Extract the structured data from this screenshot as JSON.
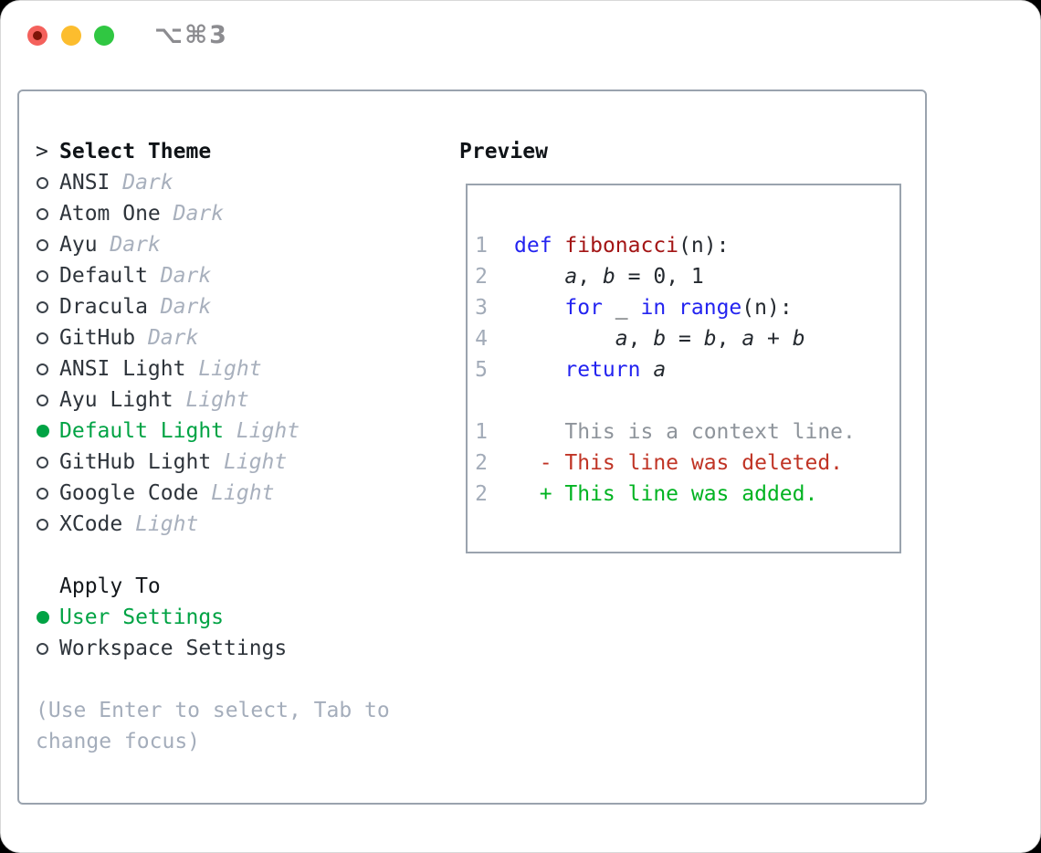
{
  "window": {
    "shortcut_label": "⌥⌘3"
  },
  "traffic_lights": {
    "close_color": "#f4615c",
    "close_unsaved_dot_color": "#7d1408",
    "minimize_color": "#fcbd2e",
    "zoom_color": "#30c742"
  },
  "colors": {
    "accent_green": "#00a344",
    "diff_added_green": "#00b321",
    "diff_removed_red": "#c03425",
    "keyword_blue": "#2323f0",
    "function_dark_red": "#a31515",
    "muted_gray": "#a4adbb",
    "line_number_gray": "#a2abb8",
    "context_gray": "#8e949b",
    "panel_border_gray": "#9aa3ae"
  },
  "theme_selector": {
    "prompt": ">",
    "title": "Select Theme",
    "themes": [
      {
        "name": "ANSI",
        "variant": "Dark",
        "selected": false
      },
      {
        "name": "Atom One",
        "variant": "Dark",
        "selected": false
      },
      {
        "name": "Ayu",
        "variant": "Dark",
        "selected": false
      },
      {
        "name": "Default",
        "variant": "Dark",
        "selected": false
      },
      {
        "name": "Dracula",
        "variant": "Dark",
        "selected": false
      },
      {
        "name": "GitHub",
        "variant": "Dark",
        "selected": false
      },
      {
        "name": "ANSI Light",
        "variant": "Light",
        "selected": false
      },
      {
        "name": "Ayu Light",
        "variant": "Light",
        "selected": false
      },
      {
        "name": "Default Light",
        "variant": "Light",
        "selected": true
      },
      {
        "name": "GitHub Light",
        "variant": "Light",
        "selected": false
      },
      {
        "name": "Google Code",
        "variant": "Light",
        "selected": false
      },
      {
        "name": "XCode",
        "variant": "Light",
        "selected": false
      }
    ],
    "apply_to": {
      "title": "Apply To",
      "options": [
        {
          "label": "User Settings",
          "selected": true
        },
        {
          "label": "Workspace Settings",
          "selected": false
        }
      ]
    },
    "hint": "(Use Enter to select, Tab to change focus)"
  },
  "preview": {
    "title": "Preview",
    "code_lines": [
      {
        "num": "1",
        "segments": [
          {
            "text": "def",
            "style": "kw"
          },
          {
            "text": " ",
            "style": "pl"
          },
          {
            "text": "fibonacci",
            "style": "fn"
          },
          {
            "text": "(n):",
            "style": "pl"
          }
        ]
      },
      {
        "num": "2",
        "segments": [
          {
            "text": "    ",
            "style": "pl"
          },
          {
            "text": "a",
            "style": "var"
          },
          {
            "text": ", ",
            "style": "pl"
          },
          {
            "text": "b",
            "style": "var"
          },
          {
            "text": " = 0, 1",
            "style": "pl"
          }
        ]
      },
      {
        "num": "3",
        "segments": [
          {
            "text": "    ",
            "style": "pl"
          },
          {
            "text": "for",
            "style": "kw"
          },
          {
            "text": " _ ",
            "style": "pl"
          },
          {
            "text": "in",
            "style": "kw"
          },
          {
            "text": " ",
            "style": "pl"
          },
          {
            "text": "range",
            "style": "kw"
          },
          {
            "text": "(n):",
            "style": "pl"
          }
        ]
      },
      {
        "num": "4",
        "segments": [
          {
            "text": "        ",
            "style": "pl"
          },
          {
            "text": "a",
            "style": "var"
          },
          {
            "text": ", ",
            "style": "pl"
          },
          {
            "text": "b",
            "style": "var"
          },
          {
            "text": " = ",
            "style": "pl"
          },
          {
            "text": "b",
            "style": "var"
          },
          {
            "text": ", ",
            "style": "pl"
          },
          {
            "text": "a",
            "style": "var"
          },
          {
            "text": " + ",
            "style": "pl"
          },
          {
            "text": "b",
            "style": "var"
          }
        ]
      },
      {
        "num": "5",
        "segments": [
          {
            "text": "    ",
            "style": "pl"
          },
          {
            "text": "return",
            "style": "kw"
          },
          {
            "text": " ",
            "style": "pl"
          },
          {
            "text": "a",
            "style": "var"
          }
        ]
      }
    ],
    "diff_lines": [
      {
        "num": "1",
        "segments": [
          {
            "text": "    This is a context line.",
            "style": "ctx"
          }
        ]
      },
      {
        "num": "2",
        "segments": [
          {
            "text": "  - This line was deleted.",
            "style": "del"
          }
        ]
      },
      {
        "num": "2",
        "segments": [
          {
            "text": "  + This line was added.",
            "style": "add"
          }
        ]
      }
    ]
  }
}
